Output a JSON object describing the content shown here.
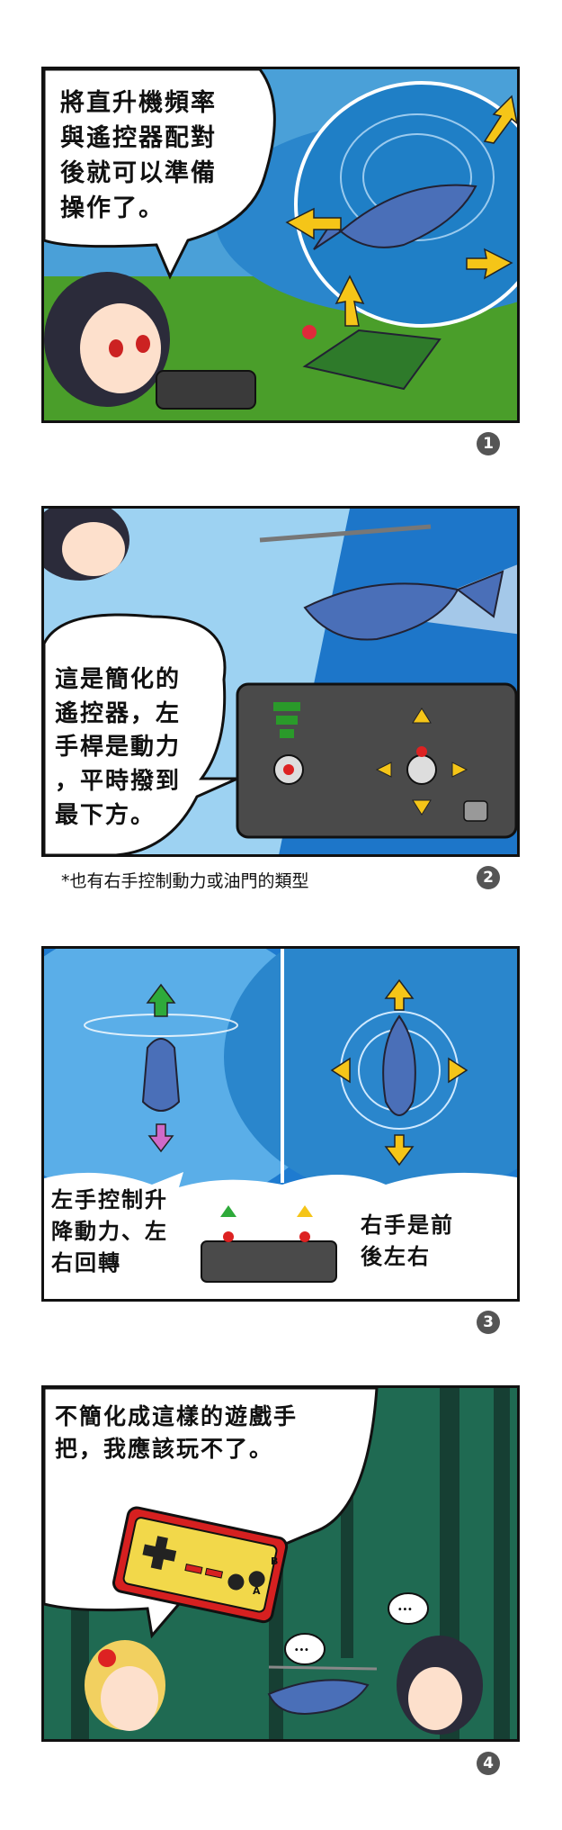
{
  "panels": [
    {
      "number": "1",
      "text": "將直升機頻率\n與遙控器配對\n後就可以準備\n操作了。"
    },
    {
      "number": "2",
      "text": "這是簡化的\n遙控器，左\n手桿是動力\n，平時撥到\n最下方。",
      "note": "*也有右手控制動力或油門的類型"
    },
    {
      "number": "3",
      "text_left": "左手控制升\n降動力、左\n右回轉",
      "text_right": "右手是前\n後左右"
    },
    {
      "number": "4",
      "text": "不簡化成這樣的遊戲手\n把，我應該玩不了。",
      "dots_a": "...",
      "dots_b": "...",
      "controller_label_a": "A",
      "controller_label_b": "B"
    }
  ],
  "colors": {
    "sky": "#1a7fd0",
    "grass": "#4a9e2a",
    "forest": "#1f6a52",
    "controller": "#d62020"
  }
}
